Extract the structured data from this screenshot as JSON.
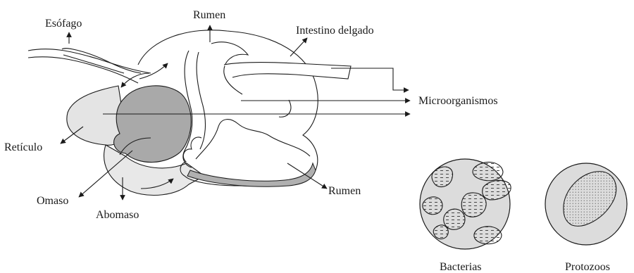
{
  "labels": {
    "esofago": "Esófago",
    "rumen_top": "Rumen",
    "intestino": "Intestino delgado",
    "microorganismos": "Microorganismos",
    "reticulo": "Retículo",
    "omaso": "Omaso",
    "abomaso": "Abomaso",
    "rumen_bottom": "Rumen",
    "bacterias": "Bacterias",
    "protozoos": "Protozoos"
  },
  "colors": {
    "outline": "#1a1a1a",
    "reticulum_fill": "#e4e4e4",
    "omasum_fill": "#a9a9a9",
    "rumen_wall_fill": "#b0b0b0",
    "circle_fill": "#dcdcdc",
    "cell_fill": "#f6f6f6"
  }
}
